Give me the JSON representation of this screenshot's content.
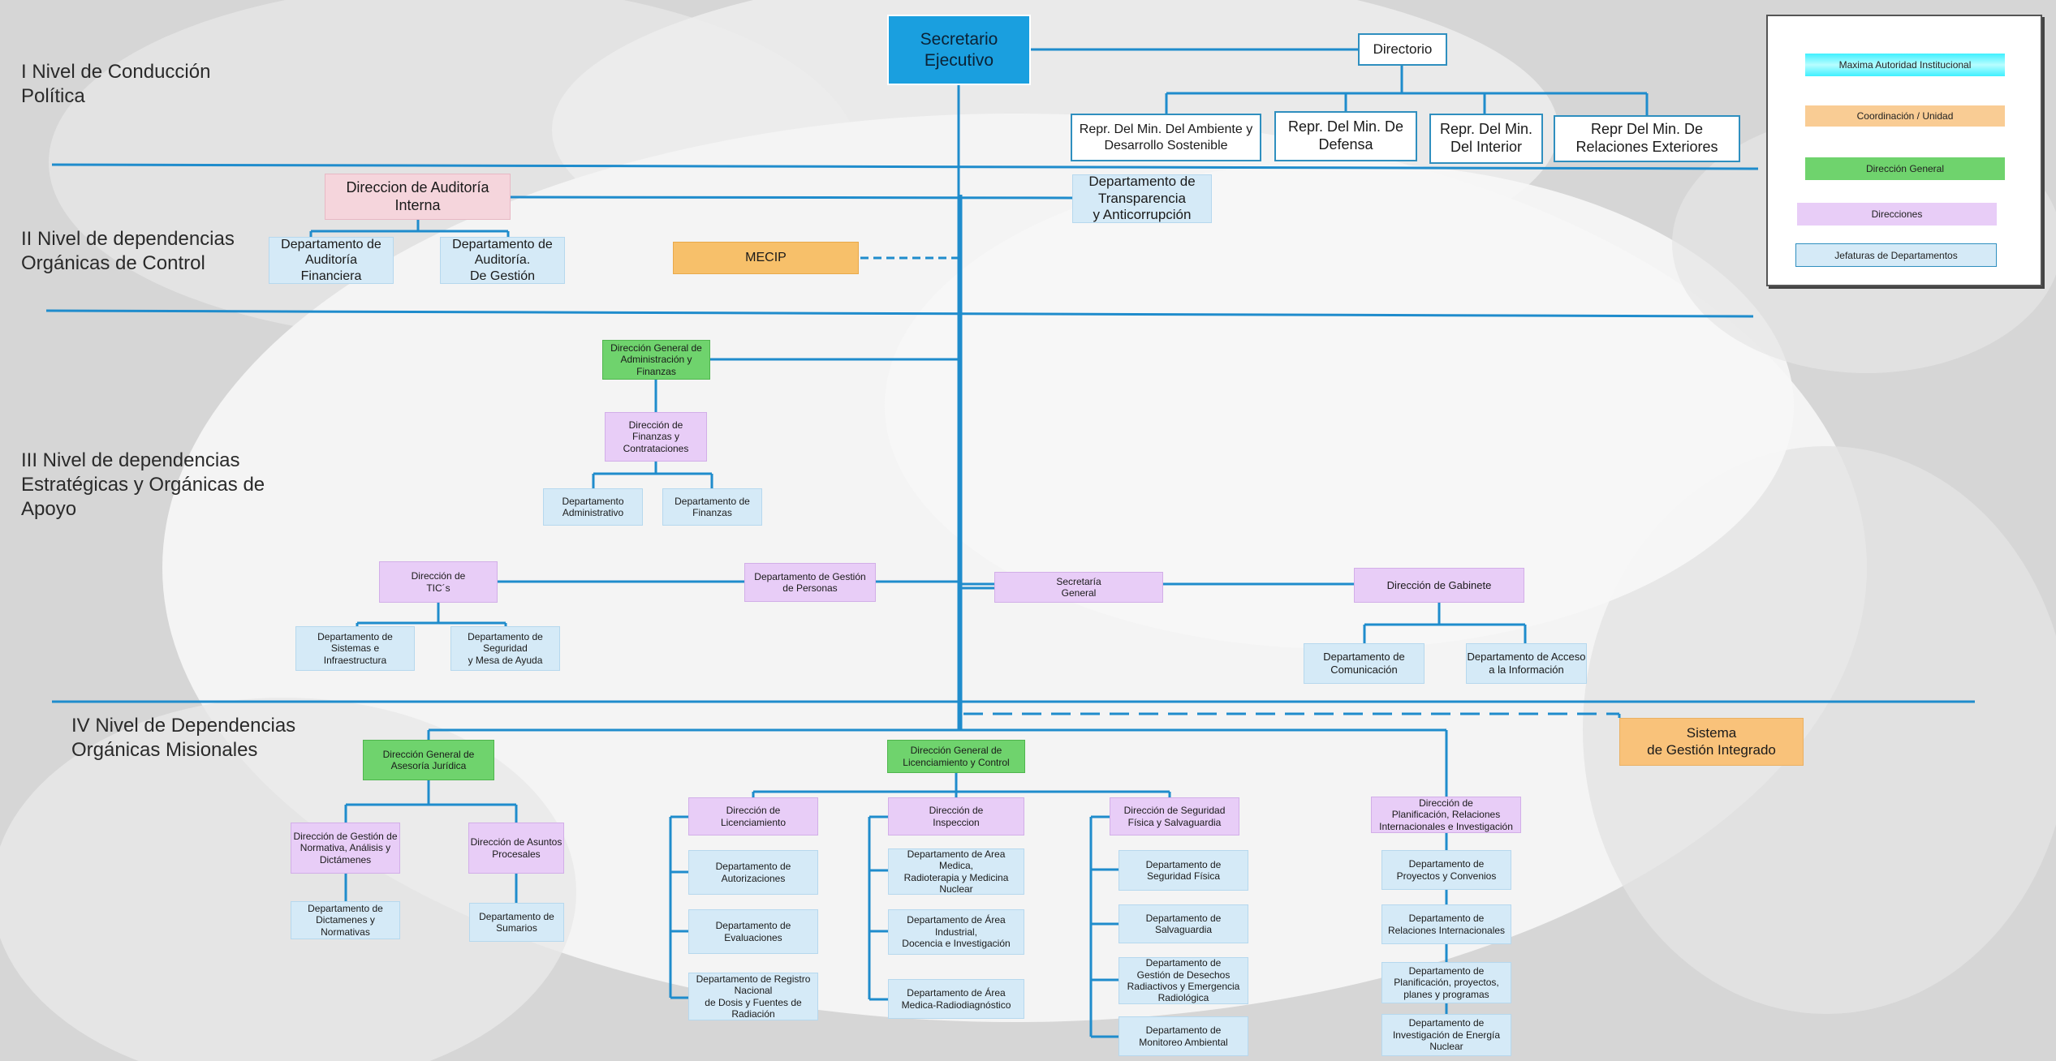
{
  "levels": {
    "l1": "I Nivel de Conducción\nPolítica",
    "l2": "II Nivel de dependencias\nOrgánicas de Control",
    "l3": "III Nivel de dependencias\nEstratégicas y Orgánicas de\nApoyo",
    "l4": "IV Nivel de Dependencias\nOrgánicas Misionales"
  },
  "nodes": {
    "secretario": "Secretario\nEjecutivo",
    "directorio": "Directorio",
    "repr_ambiente": "Repr. Del Min. Del Ambiente y\nDesarrollo Sostenible",
    "repr_defensa": "Repr. Del Min. De\nDefensa",
    "repr_interior": "Repr. Del Min.\nDel Interior",
    "repr_exteriores": "Repr Del Min. De\nRelaciones Exteriores",
    "auditoria": "Direccion de Auditoría\nInterna",
    "transparencia": "Departamento de\nTransparencia\ny Anticorrupción",
    "aud_financiera": "Departamento de\nAuditoría\nFinanciera",
    "aud_gestion": "Departamento de\nAuditoría.\nDe Gestión",
    "mecip": "MECIP",
    "dg_admin": "Dirección General de\nAdministración y\nFinanzas",
    "dir_finanzas": "Dirección de\nFinanzas y\nContrataciones",
    "dep_admin": "Departamento\nAdministrativo",
    "dep_finanzas": "Departamento de\nFinanzas",
    "dir_tics": "Dirección de\nTIC´s",
    "gestion_personas": "Departamento de Gestión\nde Personas",
    "secretaria_general": "Secretaría\nGeneral",
    "dir_gabinete": "Dirección de Gabinete",
    "dep_sistemas": "Departamento de\nSistemas e\nInfraestructura",
    "dep_seguridad_mesa": "Departamento de\nSeguridad\ny Mesa de Ayuda",
    "dep_comunicacion": "Departamento de\nComunicación",
    "dep_acceso": "Departamento de Acceso\na la Información",
    "sgi": "Sistema\nde Gestión Integrado",
    "dg_juridica": "Dirección General de\nAsesoría Jurídica",
    "dg_licenciamiento": "Dirección General de\nLicenciamiento y Control",
    "dir_normativa": "Dirección de Gestión de\nNormativa, Análisis y\nDictámenes",
    "dir_asuntos": "Dirección de Asuntos\nProcesales",
    "dep_dictamenes": "Departamento de\nDictamenes y\nNormativas",
    "dep_sumarios": "Departamento de\nSumarios",
    "dir_licenciamiento": "Dirección de\nLicenciamiento",
    "dep_autorizaciones": "Departamento de\nAutorizaciones",
    "dep_evaluaciones": "Departamento de\nEvaluaciones",
    "dep_registro": "Departamento de Registro\nNacional\nde Dosis y Fuentes de\nRadiación",
    "dir_inspeccion": "Dirección de\nInspeccion",
    "dep_medica": "Departamento de Area\nMedica,\nRadioterapia y Medicina\nNuclear",
    "dep_industrial": "Departamento de Área\nIndustrial,\nDocencia e Investigación",
    "dep_radiodiag": "Departamento de Área\nMedica-Radiodiagnóstico",
    "dir_seguridad_fisica": "Dirección de Seguridad\nFísica y Salvaguardia",
    "dep_seg_fisica": "Departamento de\nSeguridad Física",
    "dep_salvaguardia": "Departamento de\nSalvaguardia",
    "dep_desechos": "Departamento de\nGestión de Desechos\nRadiactivos y Emergencia\nRadiológica",
    "dep_monitoreo": "Departamento de\nMonitoreo Ambiental",
    "dir_planificacion": "Dirección de\nPlanificación, Relaciones\nInternacionales e Investigación",
    "dep_proyectos": "Departamento de\nProyectos y Convenios",
    "dep_rel_int": "Departamento de\nRelaciones Internacionales",
    "dep_plan_prog": "Departamento de\nPlanificación, proyectos,\nplanes y programas",
    "dep_investigacion": "Departamento de\nInvestigación de Energía\nNuclear"
  },
  "legend": {
    "maxima": "Maxima Autoridad Institucional",
    "coordinacion": "Coordinación / Unidad",
    "direccion_general": "Dirección General",
    "direcciones": "Direcciones",
    "jefaturas": "Jefaturas de Departamentos"
  },
  "colors": {
    "line": "#1f8ccc",
    "executive": "#1a9fdf",
    "direccion_general": "#6fd36d",
    "direcciones": "#e8cdf7",
    "jefaturas": "#d5eaf7",
    "coordinacion": "#f7c06a",
    "auditoria": "#f5d5dc",
    "maxima_gradient": [
      "#3ff0ff",
      "#9ffbff"
    ]
  }
}
